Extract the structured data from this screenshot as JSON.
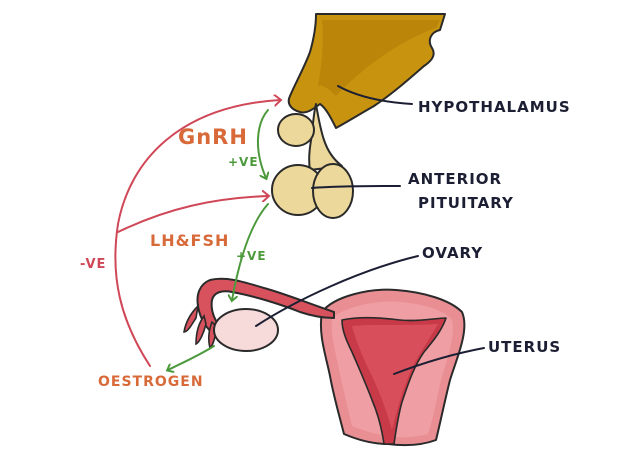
{
  "labels": {
    "hypothalamus": "HYPOTHALAMUS",
    "anterior_pituitary_line1": "ANTERIOR",
    "anterior_pituitary_line2": "PITUITARY",
    "ovary": "OVARY",
    "uterus": "UTERUS",
    "gnrh": "GnRH",
    "gnrh_effect": "+VE",
    "lh_fsh": "LH&FSH",
    "lh_fsh_effect": "+VE",
    "negative_feedback": "-VE",
    "oestrogen": "OESTROGEN"
  },
  "colors": {
    "hypothalamus_fill": "#c8930f",
    "pituitary_fill": "#ecd89a",
    "uterus_fill": "#e98e93",
    "uterus_cavity": "#c93a48",
    "tube_fill": "#d8525e",
    "ovary_fill": "#f7dada",
    "positive_arrow": "#4c9a3c",
    "negative_arrow": "#d04757",
    "hormone_label": "#d86a3a",
    "structure_label": "#1c1f33"
  }
}
